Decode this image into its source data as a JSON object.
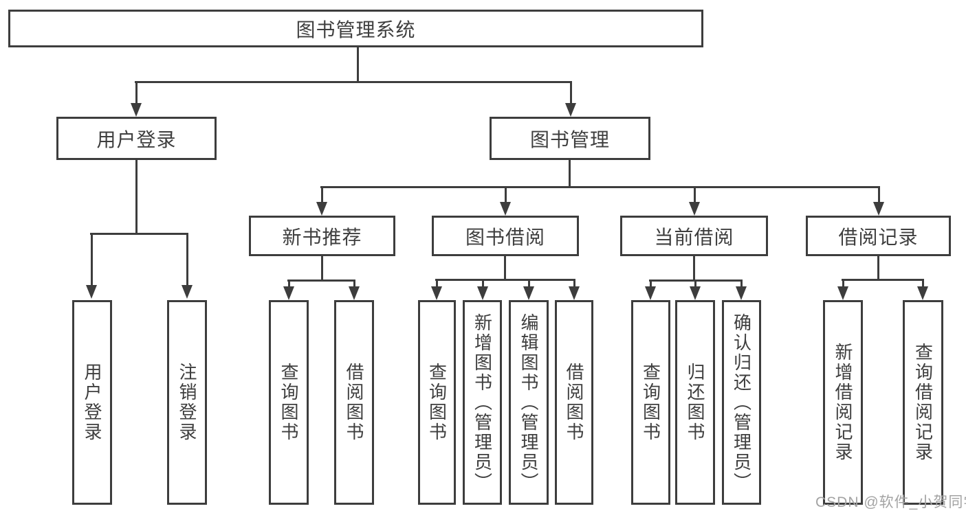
{
  "diagram": {
    "root": {
      "label": "图书管理系统"
    },
    "branches": [
      {
        "label": "用户登录",
        "children": [
          {
            "label": "用户登录"
          },
          {
            "label": "注销登录"
          }
        ]
      },
      {
        "label": "图书管理",
        "children": [
          {
            "label": "新书推荐",
            "children": [
              {
                "label": "查询图书"
              },
              {
                "label": "借阅图书"
              }
            ]
          },
          {
            "label": "图书借阅",
            "children": [
              {
                "label": "查询图书"
              },
              {
                "label": "新增图书（管理员）"
              },
              {
                "label": "编辑图书（管理员）"
              },
              {
                "label": "借阅图书"
              }
            ]
          },
          {
            "label": "当前借阅",
            "children": [
              {
                "label": "查询图书"
              },
              {
                "label": "归还图书"
              },
              {
                "label": "确认归还（管理员）"
              }
            ]
          },
          {
            "label": "借阅记录",
            "children": [
              {
                "label": "新增借阅记录"
              },
              {
                "label": "查询借阅记录"
              }
            ]
          }
        ]
      }
    ]
  },
  "watermark": {
    "text": "CSDN @软件_小贺同学"
  },
  "colors": {
    "line": "#3d3d3d",
    "text": "#3e3e3e",
    "watermark": "#a3a3a3",
    "background": "#ffffff"
  }
}
